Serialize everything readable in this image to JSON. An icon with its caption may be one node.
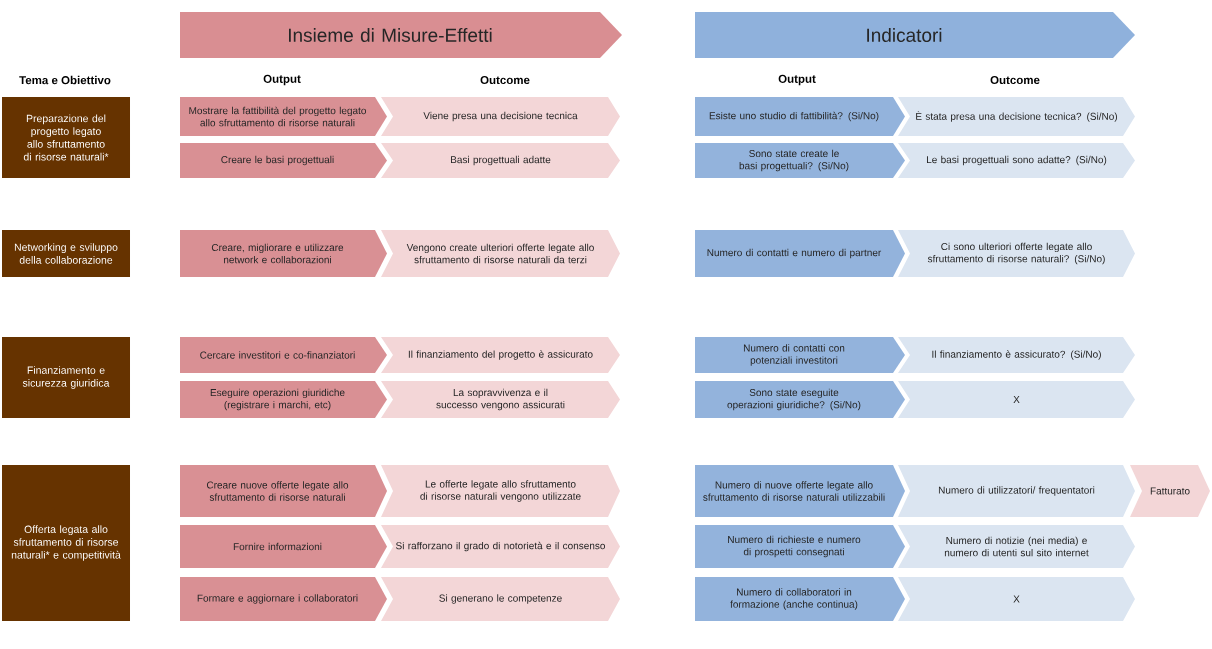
{
  "diagram": {
    "nodes": [
      {
        "text": [
          "Insieme di Misure-Effetti"
        ]
      },
      {
        "text": [
          "Indicatori"
        ]
      },
      {
        "text": [
          "Preparazione del progetto legato allo sfruttamento di risorse naturali*"
        ]
      },
      {
        "text": [
          "Mostrare la fattibilità del progetto legato allo sfruttamento di risorse naturali"
        ]
      },
      {
        "text": [
          "Viene presa una decisione tecnica"
        ]
      },
      {
        "text": [
          "Esiste uno studio di fattibilità? (Si/No)"
        ]
      },
      {
        "text": [
          "È stata presa una decisione tecnica? (Si/No)"
        ]
      },
      {
        "text": [
          "Creare le basi progettuali"
        ]
      },
      {
        "text": [
          "Basi progettuali adatte"
        ]
      },
      {
        "text": [
          "Sono state create le basi progettuali? (Si/No)"
        ]
      },
      {
        "text": [
          "Le basi progettuali sono adatte? (Si/No)"
        ]
      },
      {
        "text": [
          "Networking e sviluppo della collaborazione"
        ]
      },
      {
        "text": [
          "Creare, migliorare e utilizzare network e collaborazioni"
        ]
      },
      {
        "text": [
          "Vengono create ulteriori offerte legate allo sfruttamento di risorse naturali da terzi"
        ]
      },
      {
        "text": [
          "Numero di contatti e numero di partner"
        ]
      },
      {
        "text": [
          "Ci sono ulteriori offerte legate allo sfruttamento di risorse naturali? (Si/No)"
        ]
      },
      {
        "text": [
          "Finanziamento e sicurezza giuridica"
        ]
      },
      {
        "text": [
          "Cercare investitori e co-finanziatori"
        ]
      },
      {
        "text": [
          "Il finanziamento del progetto è assicurato"
        ]
      },
      {
        "text": [
          "Numero di contatti con potenziali investitori"
        ]
      },
      {
        "text": [
          "Il finanziamento è assicurato? (Si/No)"
        ]
      },
      {
        "text": [
          "Eseguire operazioni giuridiche (registrare i marchi, etc)"
        ]
      },
      {
        "text": [
          "La sopravvivenza e il successo vengono assicurati"
        ]
      },
      {
        "text": [
          "Sono state eseguite operazioni giuridiche? (Si/No)"
        ]
      },
      {
        "text": [
          "X"
        ]
      },
      {
        "text": [
          "Offerta legata allo sfruttamento di risorse naturali* e competitività"
        ]
      },
      {
        "text": [
          "Creare nuove offerte legate allo sfruttamento di risorse naturali"
        ]
      },
      {
        "text": [
          "Le offerte legate allo sfruttamento di risorse naturali vengono utilizzate"
        ]
      },
      {
        "text": [
          "Numero di nuove offerte legate allo sfruttamento di risorse naturali utilizzabili"
        ]
      },
      {
        "text": [
          "Numero di utilizzatori/ frequentatori"
        ]
      },
      {
        "text": [
          "Fatturato"
        ]
      },
      {
        "text": [
          "Fornire informazioni"
        ]
      },
      {
        "text": [
          "Si rafforzano il grado di notorietà e il consenso"
        ]
      },
      {
        "text": [
          "Numero di richieste e numero di prospetti consegnati"
        ]
      },
      {
        "text": [
          "Numero di notizie (nei media) e numero di utenti sul sito internet"
        ]
      },
      {
        "text": [
          "Formare e aggiornare i collaboratori"
        ]
      },
      {
        "text": [
          "Si generano le competenze"
        ]
      },
      {
        "text": [
          "Numero di collaboratori in formazione (anche continua)"
        ]
      },
      {
        "text": [
          "X"
        ]
      }
    ],
    "labels": [
      "Tema e Obiettivo",
      "Output",
      "Outcome",
      "Output",
      "Outcome"
    ]
  }
}
